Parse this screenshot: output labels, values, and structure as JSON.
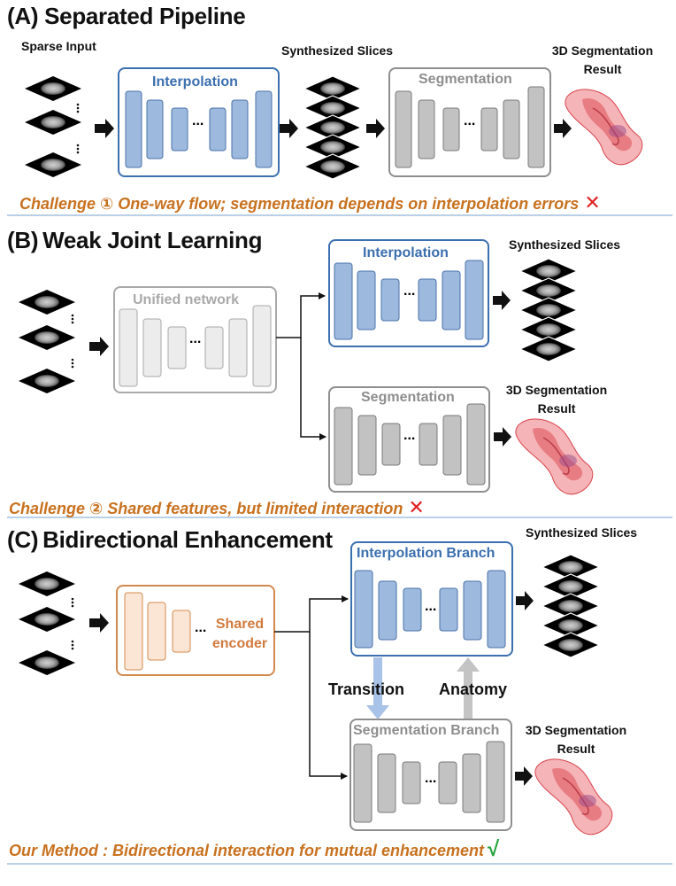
{
  "colors": {
    "blue_border": "#3b6fb0",
    "blue_fill": "#9db9de",
    "gray_border": "#8e8e8e",
    "gray_fill": "#c2c2c2",
    "light_border": "#a9a9a9",
    "light_fill": "#ececec",
    "orange_border": "#d2894e",
    "orange_fill": "#fbe6d6",
    "challenge_text": "#c8711f",
    "divider": "#8fb3d9",
    "cross": "#e02020",
    "check": "#23a23a",
    "tumor": "#e8585f"
  },
  "section_a": {
    "title": "(A) Separated Pipeline",
    "sparse_input": "Sparse Input",
    "interpolation": "Interpolation",
    "segmentation": "Segmentation",
    "synthesized": "Synthesized Slices",
    "result": "3D Segmentation Result",
    "challenge": "Challenge ①  One-way flow; segmentation depends on interpolation errors",
    "mark": "✕"
  },
  "section_b": {
    "title": "(B) Weak Joint Learning",
    "unified": "Unified network",
    "interpolation": "Interpolation",
    "segmentation": "Segmentation",
    "synthesized": "Synthesized Slices",
    "result": "3D Segmentation Result",
    "challenge": "Challenge ② Shared features, but limited interaction",
    "mark": "✕"
  },
  "section_c": {
    "title": "(C) Bidirectional Enhancement",
    "shared": "Shared encoder",
    "interp_branch": "Interpolation Branch",
    "seg_branch": "Segmentation Branch",
    "transition": "Transition",
    "anatomy": "Anatomy",
    "synthesized": "Synthesized Slices",
    "result": "3D Segmentation Result",
    "method": "Our Method :   Bidirectional interaction for mutual enhancement",
    "mark": "√"
  },
  "ellipsis": "..."
}
